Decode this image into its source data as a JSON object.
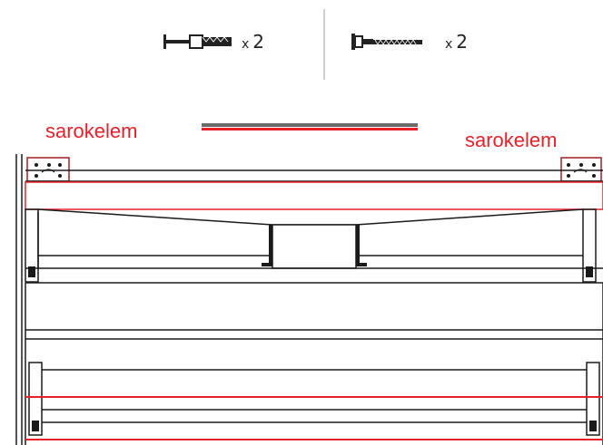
{
  "hardware": {
    "items": [
      {
        "icon": "dowel-screw-icon",
        "multiplier": "x",
        "quantity": "2"
      },
      {
        "icon": "hex-screw-icon",
        "multiplier": "x",
        "quantity": "2"
      }
    ]
  },
  "labels": {
    "left": "sarokelem",
    "right": "sarokelem"
  },
  "colors": {
    "annotation": "#e8202a",
    "line": "#1a1a1a",
    "separator": "#cfcfcf",
    "bar_grey": "#6b6b6b"
  }
}
